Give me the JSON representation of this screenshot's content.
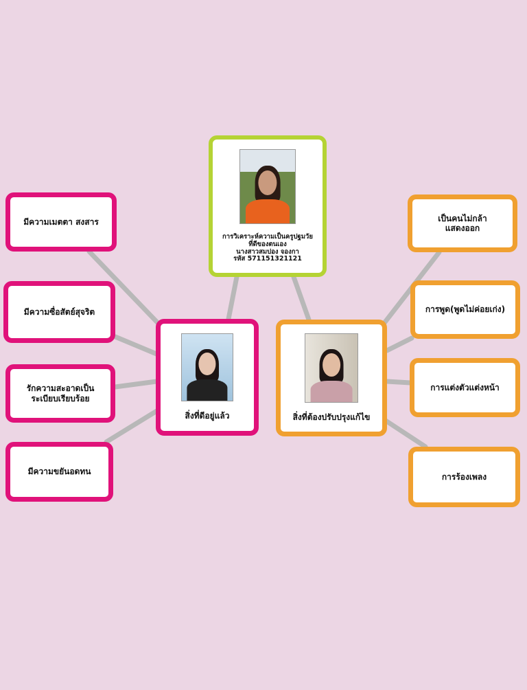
{
  "center": {
    "title": "การวิเคราะห์ความเป็นครูปฐมวัย\nที่ดีของตนเอง\nนางสาวสมปอง จองกา\nรหัส 571151321121",
    "photo_icon": "person-photo"
  },
  "left_hub": {
    "label": "สิ่งที่ดีอยู่แล้ว"
  },
  "right_hub": {
    "label": "สิ่งที่ต้องปรับปรุงแก้ไข"
  },
  "strengths": [
    {
      "label": "มีความเมตตา สงสาร"
    },
    {
      "label": "มีความซื่อสัตย์สุจริต"
    },
    {
      "label": "รักความสะอาดเป็น\nระเบียบเรียบร้อย"
    },
    {
      "label": "มีความขยันอดทน"
    }
  ],
  "improvements": [
    {
      "label": "เป็นคนไม่กล้า\nแสดงออก"
    },
    {
      "label": "การพูด(พูดไม่ค่อยเก่ง)"
    },
    {
      "label": "การแต่งตัวแต่งหน้า"
    },
    {
      "label": "การร้องเพลง"
    }
  ],
  "colors": {
    "background": "#ecd6e4",
    "pink": "#e0127a",
    "orange": "#f0a030",
    "lime": "#b5d334",
    "connector": "#b8b8b8"
  }
}
